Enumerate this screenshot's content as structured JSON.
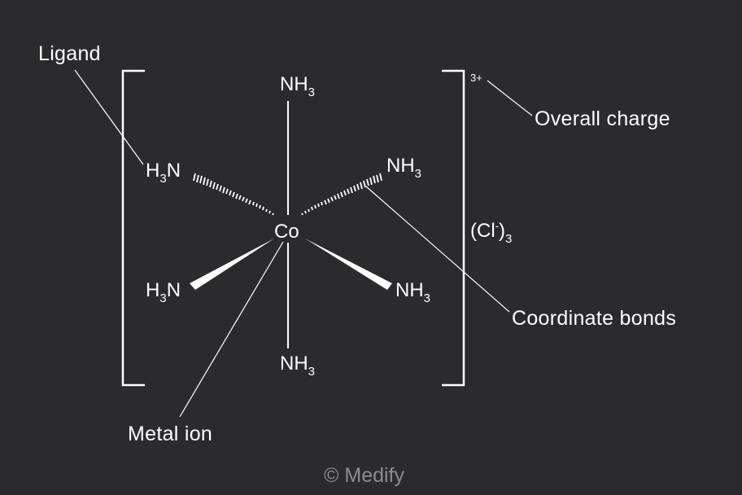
{
  "center_atom": "Co",
  "ligand_formula": {
    "base": "NH",
    "subscript": "3"
  },
  "ligand_formula_reversed": {
    "prefix": "H",
    "subscript": "3",
    "suffix": "N"
  },
  "counter_ion": {
    "open": "(Cl",
    "charge": "-",
    "close": ")",
    "count": "3"
  },
  "overall_charge_superscript": "3+",
  "annotations": {
    "ligand": "Ligand",
    "overall_charge": "Overall charge",
    "coordinate_bonds": "Coordinate bonds",
    "metal_ion": "Metal ion"
  },
  "watermark": "© Medify",
  "colors": {
    "background": "#2b2b2d",
    "foreground": "#ffffff",
    "watermark": "#8c8c8c"
  }
}
